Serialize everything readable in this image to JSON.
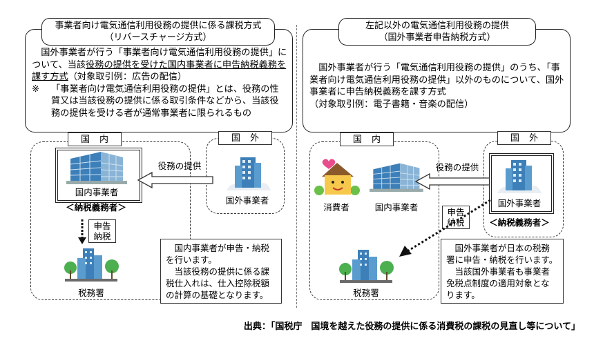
{
  "left": {
    "title_line1": "事業者向け電気通信利用役務の提供に係る課税方式",
    "title_line2": "（リバースチャージ方式）",
    "para1_pre": "国外事業者が行う「事業者向け電気通信利用役務の提供」について、当該",
    "para1_u1": "役務の提供を受けた国内事業者に申告納税義務を課す方式",
    "para1_post": "（対象取引例：広告の配信）",
    "note_mark": "※",
    "note_text": "「事業者向け電気通信利用役務の提供」とは、役務の性質又は当該役務の提供に係る取引条件などから、当該役務の提供を受ける者が通常事業者に限られるもの",
    "domestic_label": "国内",
    "foreign_label": "国外",
    "service_label": "役務の提供",
    "domestic_business": "国内事業者",
    "taxpayer_label": "＜納税義務者＞",
    "filing_tag_line1": "申告",
    "filing_tag_line2": "納税",
    "foreign_business": "国外事業者",
    "tax_office": "税務署",
    "note_box": [
      "国内事業者が申告・納税",
      "を行います。",
      "当該役務の提供に係る課",
      "税仕入れは、仕入控除税額",
      "の計算の基礎となります。"
    ]
  },
  "right": {
    "title_line1": "左記以外の電気通信利用役務の提供",
    "title_line2": "（国外事業者申告納税方式）",
    "para": "国外事業者が行う「電気通信利用役務の提供」のうち、「事業者向け電気通信利用役務の提供」以外のものについて、国外事業者に申告納税義務を課す方式",
    "para_example": "（対象取引例：電子書籍・音楽の配信）",
    "domestic_label": "国内",
    "foreign_label": "国外",
    "service_label": "役務の提供",
    "consumer": "消費者",
    "domestic_business": "国内事業者",
    "foreign_business": "国外事業者",
    "taxpayer_label": "＜納税義務者＞",
    "filing_tag_line1": "申告",
    "filing_tag_line2": "納税",
    "tax_office": "税務署",
    "note_box": [
      "国外事業者が日本の税務",
      "署に申告・納税を行います。",
      "当該国外事業者も事業者",
      "免税点制度の適用対象とな",
      "ります。"
    ]
  },
  "source": "出典：「国税庁　国境を越えた役務の提供に係る消費税の課税の見直し等について」"
}
